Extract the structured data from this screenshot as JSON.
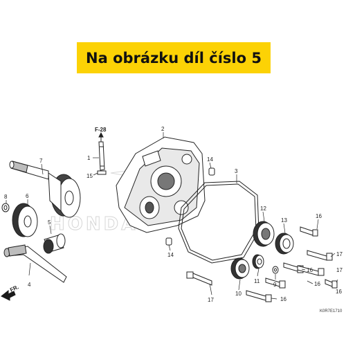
{
  "banner": {
    "text": "Na obrázku díl číslo 5",
    "background": "#fcd205"
  },
  "watermark": {
    "text": "HONDA"
  },
  "reference": {
    "label": "F-28"
  },
  "direction": {
    "label": "FR."
  },
  "diagram_code": "K0R7E1710",
  "callouts": {
    "n1": "1",
    "n2": "2",
    "n3": "3",
    "n4": "4",
    "n5": "5",
    "n6": "6",
    "n7": "7",
    "n8": "8",
    "n9": "9",
    "n10": "10",
    "n11": "11",
    "n12": "12",
    "n13": "13",
    "n14a": "14",
    "n14b": "14",
    "n15": "15",
    "n16a": "16",
    "n16b": "16",
    "n16c": "16",
    "n16d": "16",
    "n16e": "16",
    "n17a": "17",
    "n17b": "17",
    "n17c": "17"
  },
  "colors": {
    "line": "#222222",
    "part_fill": "#ffffff",
    "shade": "#555555",
    "dark": "#1a1a1a"
  }
}
